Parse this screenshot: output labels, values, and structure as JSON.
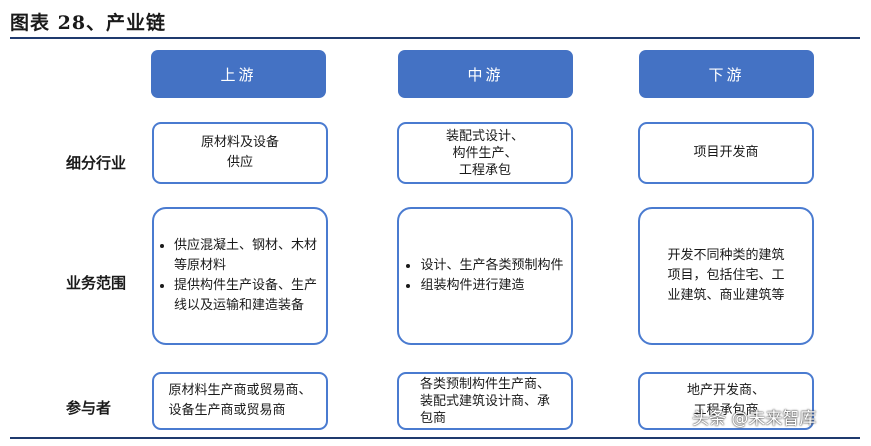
{
  "title": "图表 28、产业链",
  "columns": [
    {
      "label": "上游"
    },
    {
      "label": "中游"
    },
    {
      "label": "下游"
    }
  ],
  "row_labels": [
    "细分行业",
    "业务范围",
    "参与者"
  ],
  "cells": {
    "segment": [
      [
        "原材料及设备",
        "供应"
      ],
      [
        "装配式设计、",
        "构件生产、",
        "工程承包"
      ],
      [
        "项目开发商"
      ]
    ],
    "scope": {
      "upstream": [
        "供应混凝土、钢材、木材等原材料",
        "提供构件生产设备、生产线以及运输和建造装备"
      ],
      "midstream": [
        "设计、生产各类预制构件",
        "组装构件进行建造"
      ],
      "downstream": [
        "开发不同种类的建筑",
        "项目，包括住宅、工",
        "业建筑、商业建筑等"
      ]
    },
    "participants": [
      [
        "原材料生产商或贸易商、",
        "设备生产商或贸易商"
      ],
      [
        "各类预制构件生产商、",
        "装配式建筑设计商、承",
        "包商"
      ],
      [
        "地产开发商、",
        "工程承包商"
      ]
    ]
  },
  "watermark": "头条 @未来智库"
}
